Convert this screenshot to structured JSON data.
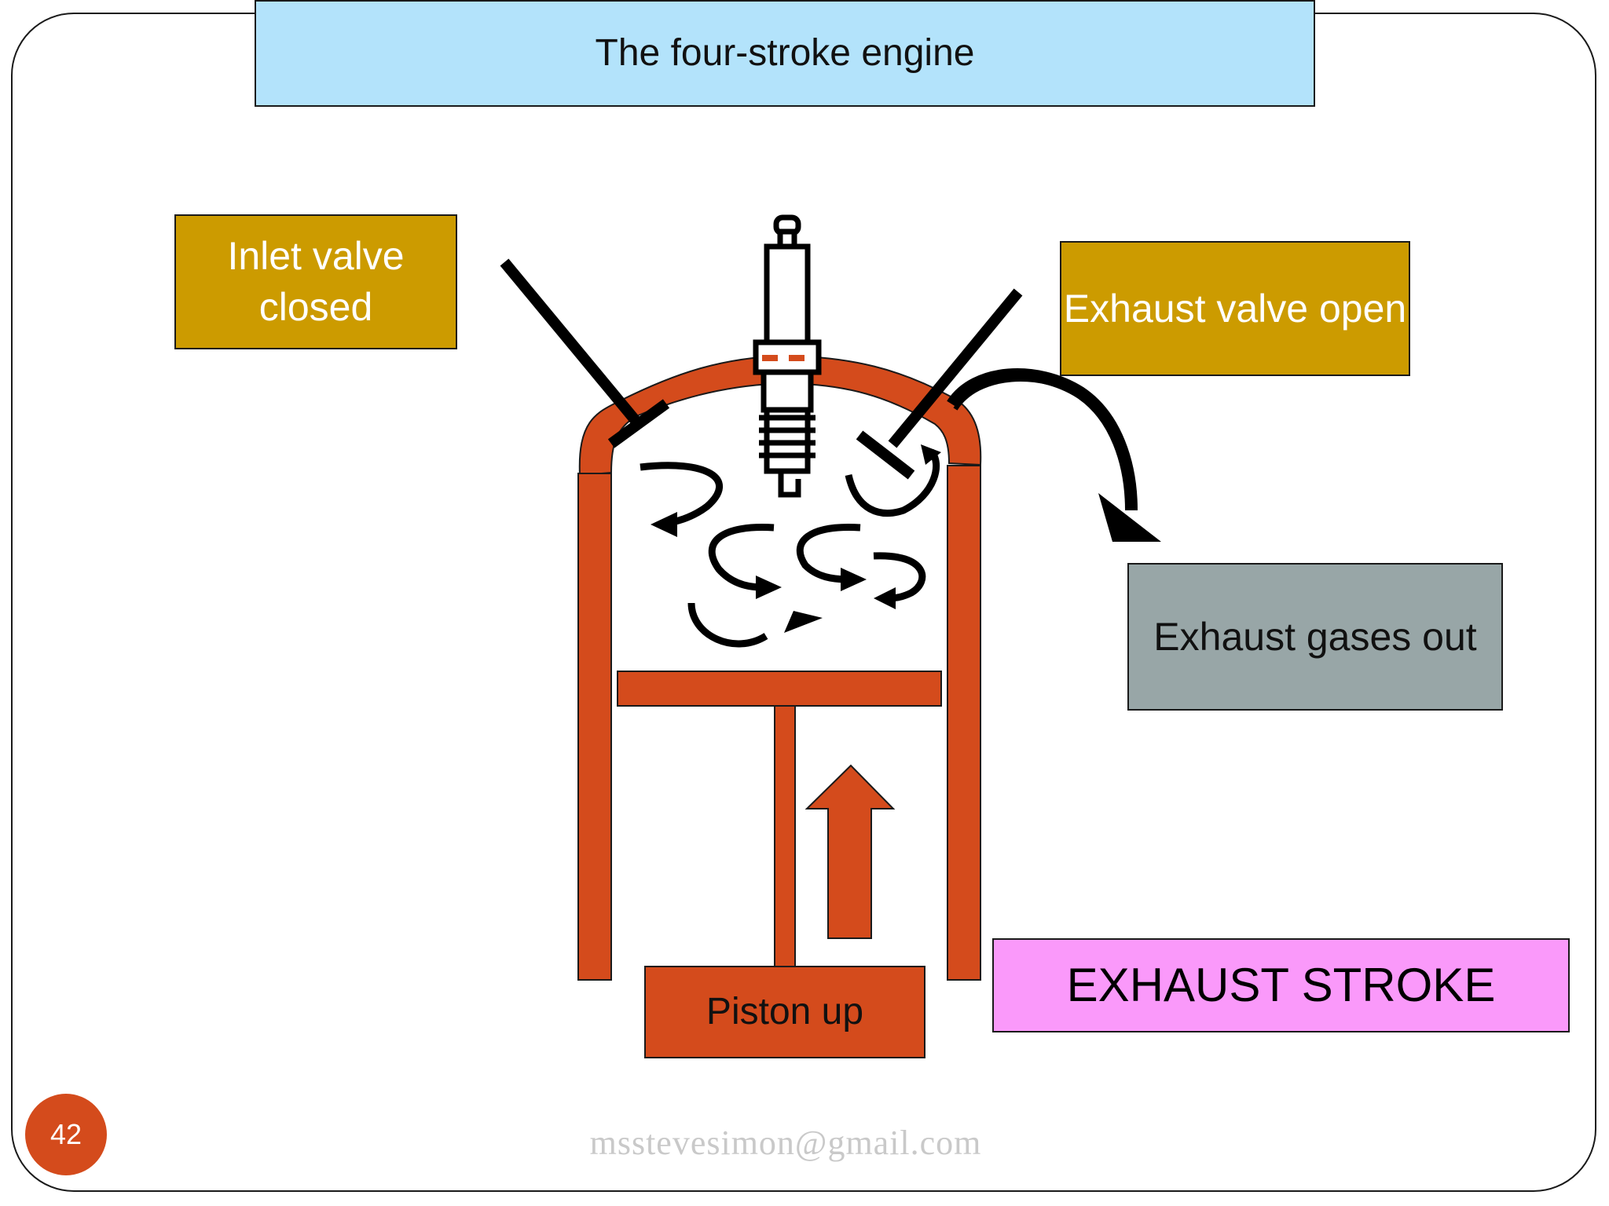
{
  "title": "The four-stroke engine",
  "labels": {
    "inlet_valve": "Inlet valve closed",
    "exhaust_valve": "Exhaust valve open",
    "exhaust_gases": "Exhaust gases out",
    "stroke": "EXHAUST STROKE",
    "piston": "Piston up"
  },
  "footer": {
    "page_number": "42",
    "email": "msstevesimon@gmail.com"
  },
  "colors": {
    "title_bg": "#b3e3fb",
    "valve_label_bg": "#cc9b00",
    "gases_label_bg": "#98a6a7",
    "stroke_label_bg": "#fa99fa",
    "engine_orange": "#d44b1c"
  },
  "icons": [
    "spark-plug-icon",
    "swirl-arrow-icon",
    "exhaust-flow-arrow-icon",
    "up-arrow-icon"
  ]
}
